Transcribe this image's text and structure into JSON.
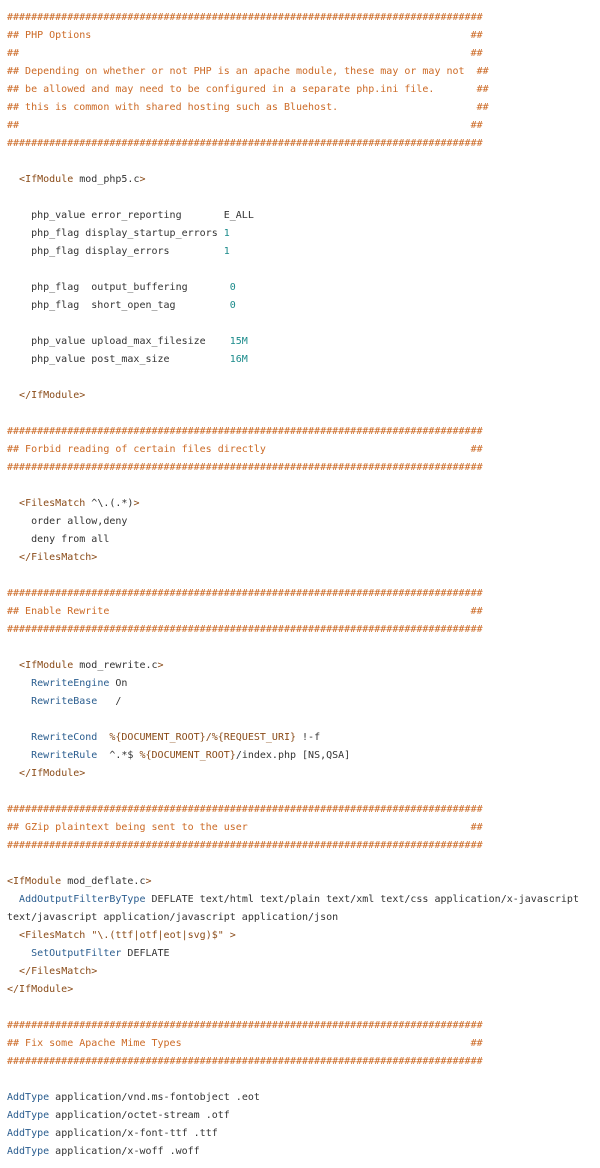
{
  "document": {
    "language": "apache-htaccess",
    "colors": {
      "comment": "#cc6a26",
      "tag": "#8a4b18",
      "directive": "#2a5d8f",
      "number": "#1a8a8a",
      "variable": "#8a4b18",
      "text": "#333333",
      "background": "#ffffff"
    },
    "lines": [
      [
        [
          "c",
          "###############################################################################"
        ]
      ],
      [
        [
          "c",
          "## PHP Options                                                               ##"
        ]
      ],
      [
        [
          "c",
          "##                                                                           ##"
        ]
      ],
      [
        [
          "c",
          "## Depending on whether or not PHP is an apache module, these may or may not  ##"
        ]
      ],
      [
        [
          "c",
          "## be allowed and may need to be configured in a separate php.ini file.       ##"
        ]
      ],
      [
        [
          "c",
          "## this is common with shared hosting such as Bluehost.                       ##"
        ]
      ],
      [
        [
          "c",
          "##                                                                           ##"
        ]
      ],
      [
        [
          "c",
          "###############################################################################"
        ]
      ],
      [],
      [
        [
          "p",
          "  "
        ],
        [
          "t",
          "<IfModule"
        ],
        [
          "p",
          " mod_php5.c"
        ],
        [
          "t",
          ">"
        ]
      ],
      [],
      [
        [
          "p",
          "    php_value error_reporting       E_ALL"
        ]
      ],
      [
        [
          "p",
          "    php_flag display_startup_errors "
        ],
        [
          "n",
          "1"
        ]
      ],
      [
        [
          "p",
          "    php_flag display_errors         "
        ],
        [
          "n",
          "1"
        ]
      ],
      [],
      [
        [
          "p",
          "    php_flag  output_buffering       "
        ],
        [
          "n",
          "0"
        ]
      ],
      [
        [
          "p",
          "    php_flag  short_open_tag         "
        ],
        [
          "n",
          "0"
        ]
      ],
      [],
      [
        [
          "p",
          "    php_value upload_max_filesize    "
        ],
        [
          "n",
          "15M"
        ]
      ],
      [
        [
          "p",
          "    php_value post_max_size          "
        ],
        [
          "n",
          "16M"
        ]
      ],
      [],
      [
        [
          "p",
          "  "
        ],
        [
          "t",
          "</IfModule>"
        ]
      ],
      [],
      [
        [
          "c",
          "###############################################################################"
        ]
      ],
      [
        [
          "c",
          "## Forbid reading of certain files directly                                  ##"
        ]
      ],
      [
        [
          "c",
          "###############################################################################"
        ]
      ],
      [],
      [
        [
          "p",
          "  "
        ],
        [
          "t",
          "<FilesMatch"
        ],
        [
          "p",
          " ^\\.(.*)"
        ],
        [
          "t",
          ">"
        ]
      ],
      [
        [
          "p",
          "    order allow,deny"
        ]
      ],
      [
        [
          "p",
          "    deny from all"
        ]
      ],
      [
        [
          "p",
          "  "
        ],
        [
          "t",
          "</FilesMatch>"
        ]
      ],
      [],
      [
        [
          "c",
          "###############################################################################"
        ]
      ],
      [
        [
          "c",
          "## Enable Rewrite                                                            ##"
        ]
      ],
      [
        [
          "c",
          "###############################################################################"
        ]
      ],
      [],
      [
        [
          "p",
          "  "
        ],
        [
          "t",
          "<IfModule"
        ],
        [
          "p",
          " mod_rewrite.c"
        ],
        [
          "t",
          ">"
        ]
      ],
      [
        [
          "p",
          "    "
        ],
        [
          "d",
          "RewriteEngine"
        ],
        [
          "p",
          " On"
        ]
      ],
      [
        [
          "p",
          "    "
        ],
        [
          "d",
          "RewriteBase"
        ],
        [
          "p",
          "   /"
        ]
      ],
      [],
      [
        [
          "p",
          "    "
        ],
        [
          "d",
          "RewriteCond"
        ],
        [
          "p",
          "  "
        ],
        [
          "v",
          "%{DOCUMENT_ROOT}/%{REQUEST_URI}"
        ],
        [
          "p",
          " !-f"
        ]
      ],
      [
        [
          "p",
          "    "
        ],
        [
          "d",
          "RewriteRule"
        ],
        [
          "p",
          "  ^.*$ "
        ],
        [
          "v",
          "%{DOCUMENT_ROOT}"
        ],
        [
          "p",
          "/index.php [NS,QSA]"
        ]
      ],
      [
        [
          "p",
          "  "
        ],
        [
          "t",
          "</IfModule>"
        ]
      ],
      [],
      [
        [
          "c",
          "###############################################################################"
        ]
      ],
      [
        [
          "c",
          "## GZip plaintext being sent to the user                                     ##"
        ]
      ],
      [
        [
          "c",
          "###############################################################################"
        ]
      ],
      [],
      [
        [
          "t",
          "<IfModule"
        ],
        [
          "p",
          " mod_deflate.c"
        ],
        [
          "t",
          ">"
        ]
      ],
      [
        [
          "p",
          "  "
        ],
        [
          "d",
          "AddOutputFilterByType"
        ],
        [
          "p",
          " DEFLATE text/html text/plain text/xml text/css application/x-javascript"
        ]
      ],
      [
        [
          "p",
          "text/javascript application/javascript application/json"
        ]
      ],
      [
        [
          "p",
          "  "
        ],
        [
          "t",
          "<FilesMatch"
        ],
        [
          "p",
          " "
        ],
        [
          "v",
          "\"\\.(ttf|otf|eot|svg)$\""
        ],
        [
          "p",
          " "
        ],
        [
          "t",
          ">"
        ]
      ],
      [
        [
          "p",
          "    "
        ],
        [
          "d",
          "SetOutputFilter"
        ],
        [
          "p",
          " DEFLATE"
        ]
      ],
      [
        [
          "p",
          "  "
        ],
        [
          "t",
          "</FilesMatch>"
        ]
      ],
      [
        [
          "t",
          "</IfModule>"
        ]
      ],
      [],
      [
        [
          "c",
          "###############################################################################"
        ]
      ],
      [
        [
          "c",
          "## Fix some Apache Mime Types                                                ##"
        ]
      ],
      [
        [
          "c",
          "###############################################################################"
        ]
      ],
      [],
      [
        [
          "d",
          "AddType"
        ],
        [
          "p",
          " application/vnd.ms-fontobject .eot"
        ]
      ],
      [
        [
          "d",
          "AddType"
        ],
        [
          "p",
          " application/octet-stream .otf"
        ]
      ],
      [
        [
          "d",
          "AddType"
        ],
        [
          "p",
          " application/x-font-ttf .ttf"
        ]
      ],
      [
        [
          "d",
          "AddType"
        ],
        [
          "p",
          " application/x-woff .woff"
        ]
      ]
    ]
  }
}
